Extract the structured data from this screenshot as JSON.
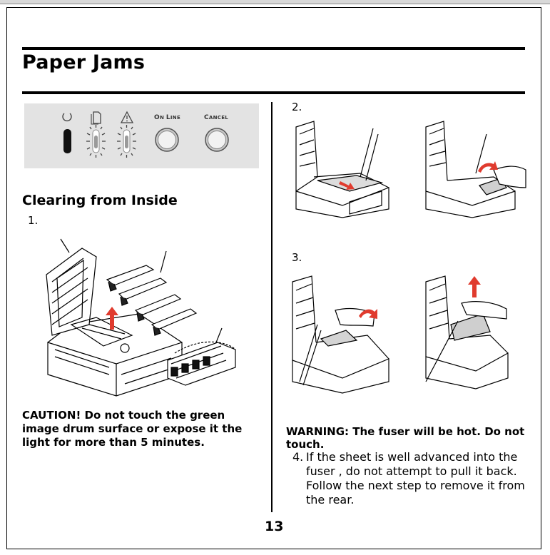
{
  "page": {
    "title": "Paper Jams",
    "section_title": "Clearing from Inside",
    "page_number": "13"
  },
  "panel": {
    "online_label_a": "O",
    "online_label_b": "N ",
    "online_label_c": "L",
    "online_label_d": "INE",
    "cancel_label_a": "C",
    "cancel_label_b": "ANCEL"
  },
  "steps": {
    "step1": "1.",
    "step2": "2.",
    "step3": "3.",
    "step4_num": "4.",
    "step4_text": "If the sheet is well advanced into the fuser , do not attempt to pull it back. Follow the next step to remove it from the rear."
  },
  "notices": {
    "caution": "CAUTION! Do not touch the green image drum surface or expose it the light for more than 5 minutes.",
    "warning": "WARNING: The fuser will be hot. Do not touch."
  },
  "colors": {
    "arrow_red": "#e03b2e",
    "panel_bg": "#e3e3e3"
  }
}
